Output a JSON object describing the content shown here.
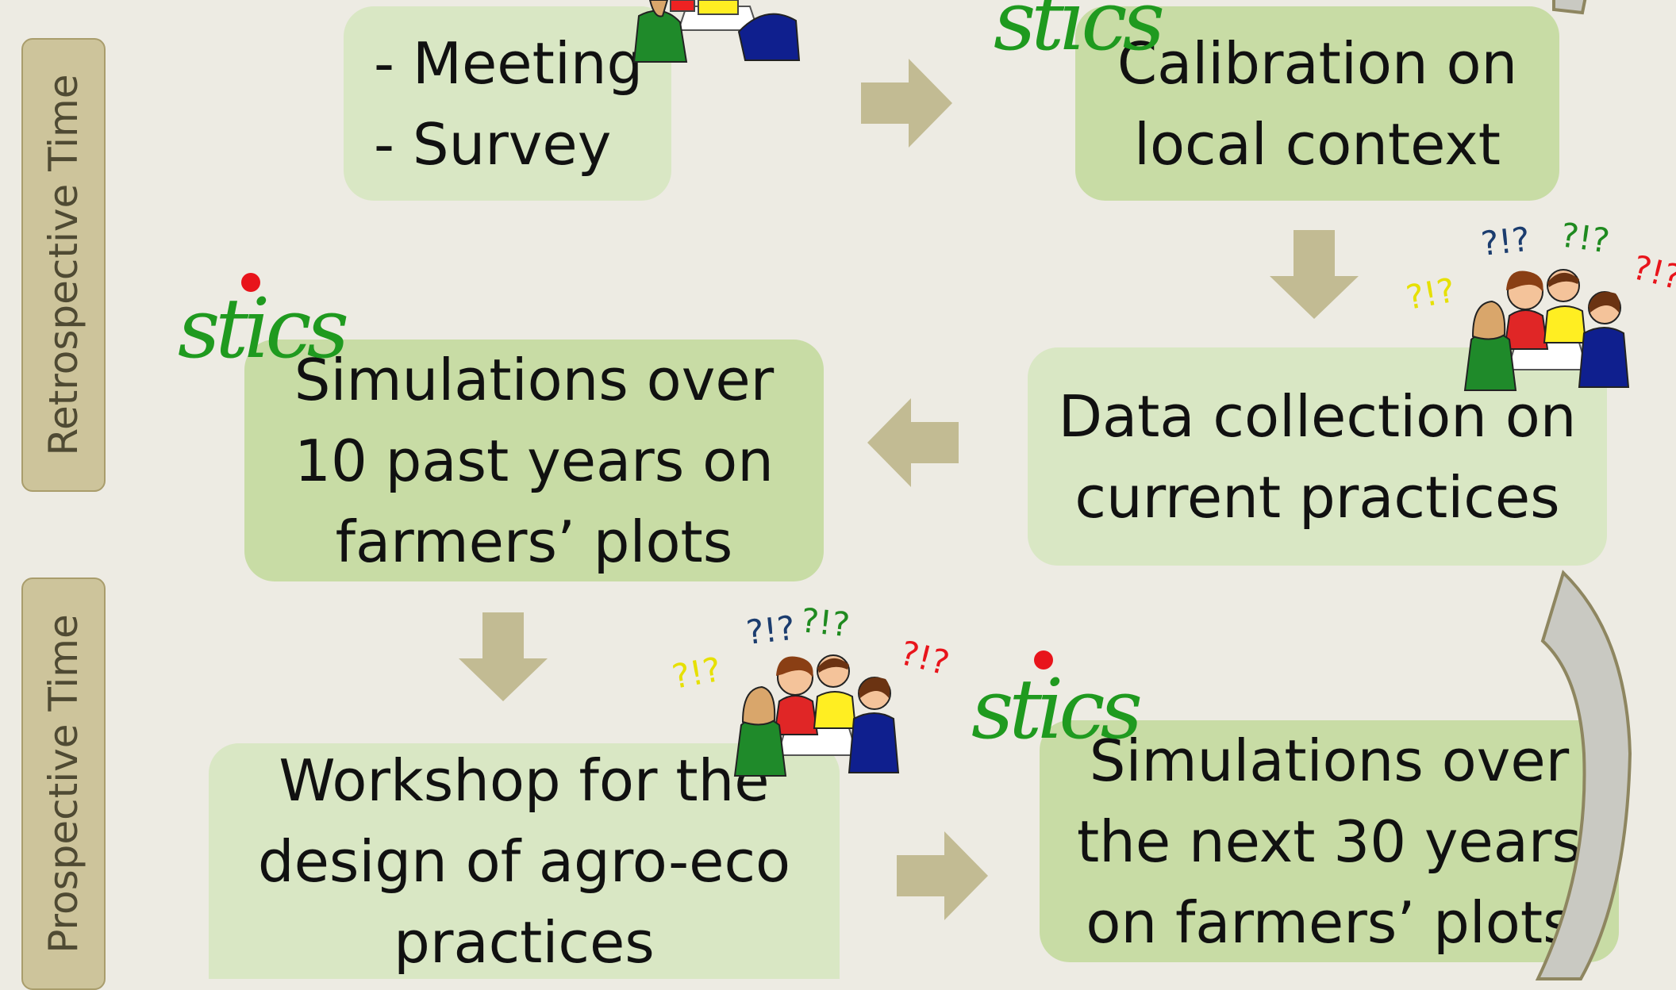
{
  "side_labels": {
    "retrospective": "Retrospective Time",
    "prospective": "Prospective Time"
  },
  "boxes": {
    "meeting_survey": {
      "lines": [
        "- Meeting",
        "- Survey"
      ]
    },
    "calibration": {
      "lines": [
        "Calibration on",
        "local context"
      ]
    },
    "data_collection": {
      "lines": [
        "Data collection on",
        "current practices"
      ]
    },
    "simulations_past": {
      "lines": [
        "Simulations over",
        "10 past years on",
        "farmers’ plots"
      ]
    },
    "workshop": {
      "lines": [
        "Workshop for the",
        "design of agro-eco",
        "practices"
      ]
    },
    "simulations_future": {
      "lines": [
        "Simulations over",
        "the next 30 years",
        "on farmers’ plots"
      ]
    }
  },
  "logo_text": "stics",
  "question_text": "?!?",
  "colors": {
    "background": "#edebe3",
    "box_light": "#d9e7c4",
    "box_mid": "#c8dca5",
    "arrow": "#c2bb93",
    "side_label": "#cdc49b",
    "logo_green": "#1f9a1f",
    "logo_dot": "#e8141b"
  },
  "icons": [
    "stics-logo-icon",
    "people-meeting-icon",
    "arrow-right-icon",
    "arrow-down-icon",
    "arrow-left-icon",
    "curved-arrow-icon"
  ]
}
